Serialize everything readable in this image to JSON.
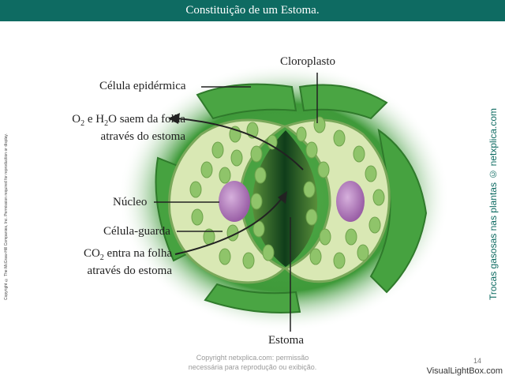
{
  "header": {
    "title": "Constituição de um Estoma."
  },
  "labels": {
    "cloroplasto": "Cloroplasto",
    "celula_epidermica": "Célula epidérmica",
    "nucleo": "Núcleo",
    "celula_guarda": "Célula-guarda",
    "estoma": "Estoma",
    "saem": {
      "o": "O",
      "o_sub": "2",
      "mid": " e H",
      "h_sub": "2",
      "end": "O saem da folha",
      "line2": "através do estoma"
    },
    "entra": {
      "co": "CO",
      "co_sub": "2",
      "end": " entra na folha",
      "line2": "através do estoma"
    }
  },
  "side_left": "Copyright © The McGraw-Hill Companies, Inc. Permission required for reproduction or display.",
  "side_right": "Trocas gasosas nas plantas © netxplica.com",
  "footer": {
    "copyright_line1": "Copyright netxplica.com: permissão",
    "copyright_line2": "necessária para reprodução ou exibição.",
    "page_number": "14",
    "watermark": "VisualLightBox.com"
  },
  "colors": {
    "title_bar": "#0e6b62",
    "leaf_green": "#3f9a3a",
    "guard_cell": "#d9e8b4",
    "chloroplast": "#8fc46a",
    "nucleus": "#b07db8"
  }
}
